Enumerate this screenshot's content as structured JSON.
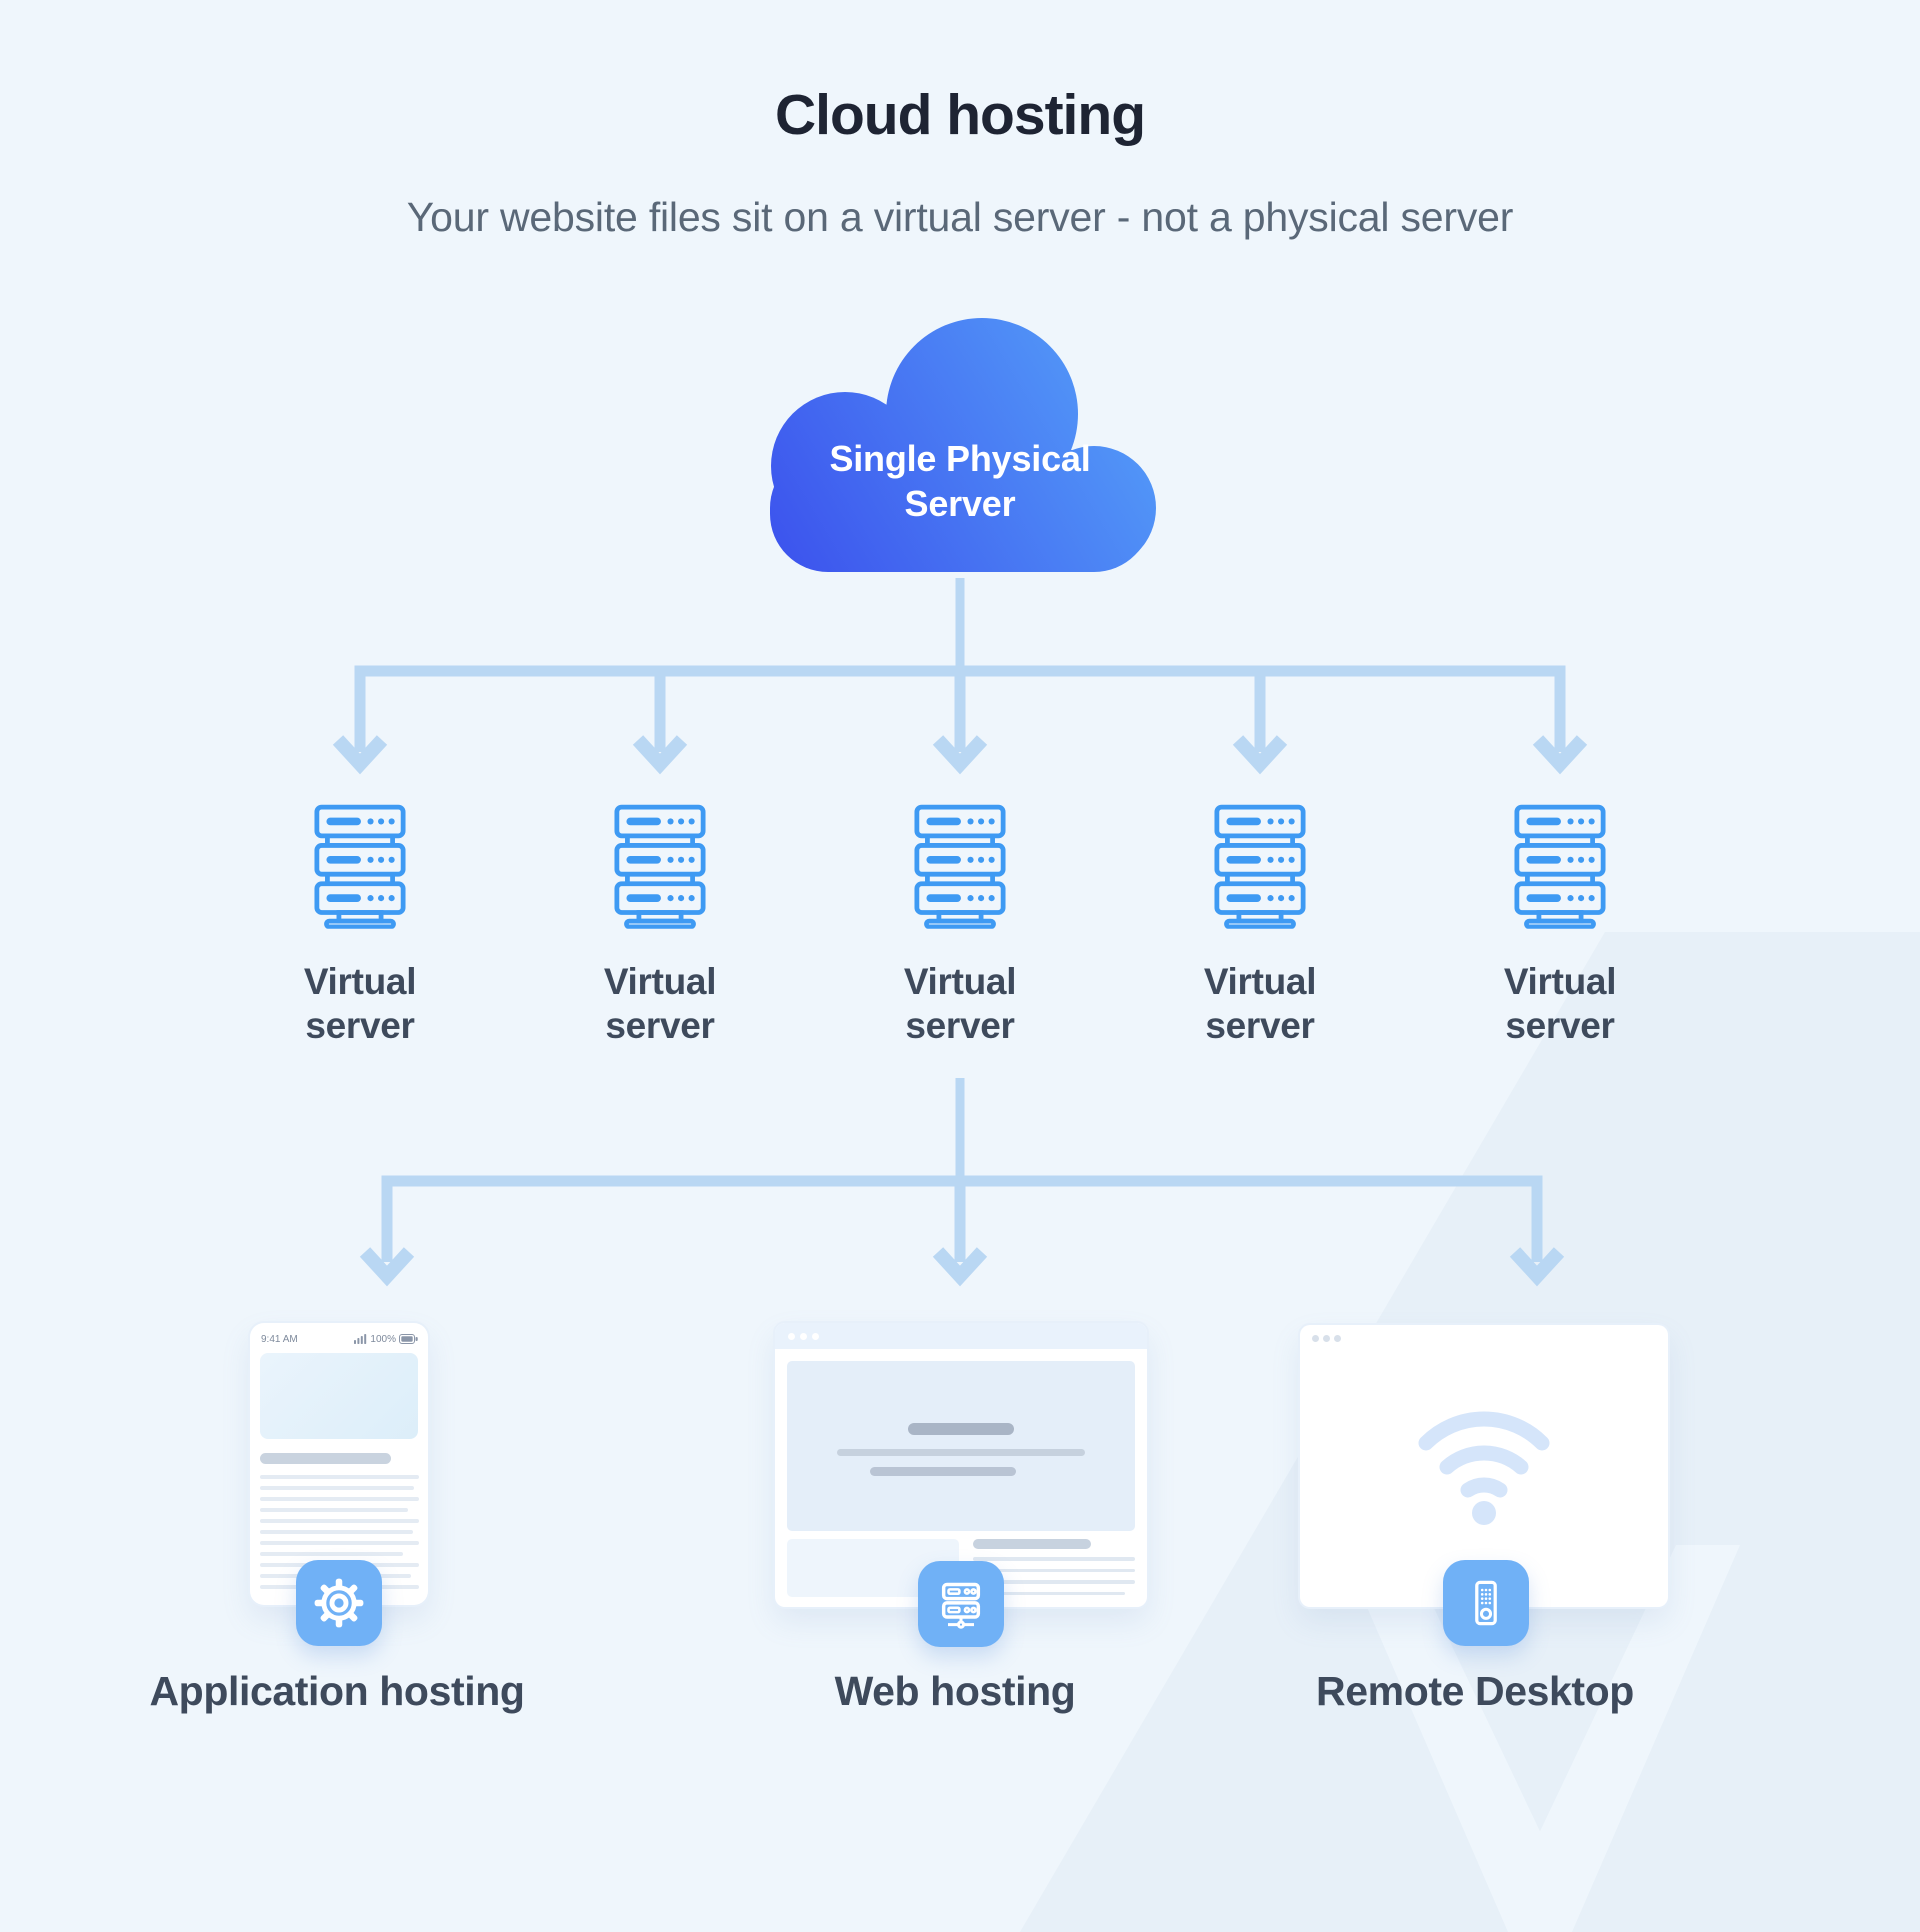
{
  "header": {
    "title": "Cloud hosting",
    "subtitle": "Your website files sit on a virtual server - not a physical server"
  },
  "cloud": {
    "label": "Single Physical Server"
  },
  "virtual_servers": [
    {
      "label": "Virtual server"
    },
    {
      "label": "Virtual server"
    },
    {
      "label": "Virtual server"
    },
    {
      "label": "Virtual server"
    },
    {
      "label": "Virtual server"
    }
  ],
  "hosting_types": [
    {
      "label": "Application hosting",
      "mockup": "phone",
      "badge_icon": "gear-icon",
      "phone_status": {
        "time": "9:41 AM",
        "battery": "100%"
      }
    },
    {
      "label": "Web hosting",
      "mockup": "browser-window",
      "badge_icon": "server-network-icon"
    },
    {
      "label": "Remote Desktop",
      "mockup": "desktop-window",
      "badge_icon": "remote-control-icon"
    }
  ],
  "colors": {
    "background": "#EFF6FC",
    "cloud_gradient_start": "#3C53ED",
    "cloud_gradient_end": "#55A0F9",
    "connector": "#B9D7F3",
    "server_icon_stroke": "#3E9AF3",
    "badge_fill": "#70B1F6",
    "title_text": "#1E2433",
    "subtitle_text": "#5A6878",
    "label_text": "#3E4A5C"
  }
}
